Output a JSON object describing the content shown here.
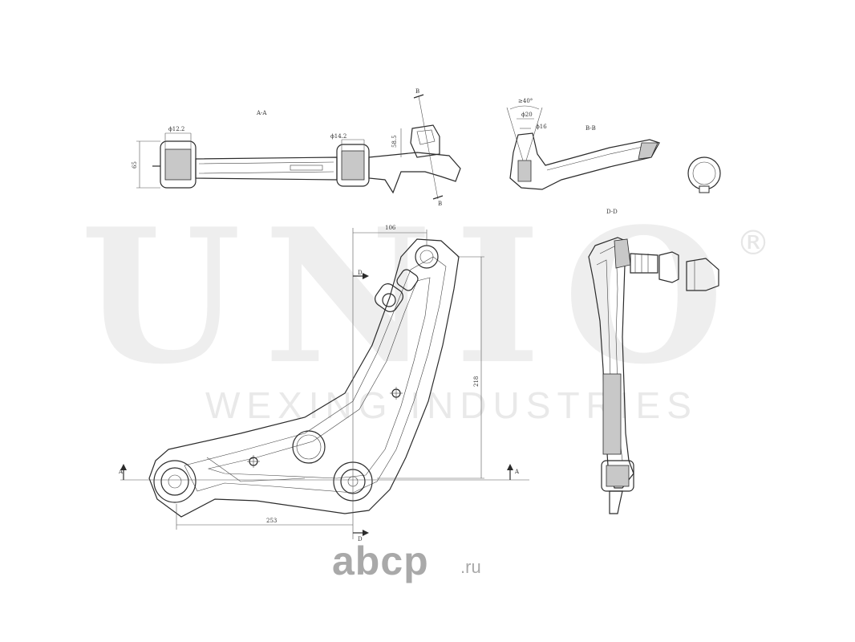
{
  "watermark": {
    "brand": "UNIO",
    "registered": "®",
    "subtitle": "WEXING INDUSTRIES"
  },
  "site_logo": {
    "brand": "abcp",
    "domain": ".ru"
  },
  "labels": {
    "section_aa": "A-A",
    "section_bb": "B-B",
    "section_dd": "D-D",
    "marker_b_top": "B",
    "marker_b_bottom": "B",
    "marker_d_top": "D",
    "marker_d_bottom": "D",
    "marker_a_left": "A",
    "marker_a_right": "A",
    "dim_d12": "ϕ12.2",
    "dim_d14": "ϕ14.2",
    "dim_65": "65",
    "dim_585": "58.5",
    "dim_40deg": "≥40°",
    "dim_d20": "ϕ20",
    "dim_d16": "ϕ16",
    "dim_106": "106",
    "dim_218": "218",
    "dim_253": "253"
  }
}
